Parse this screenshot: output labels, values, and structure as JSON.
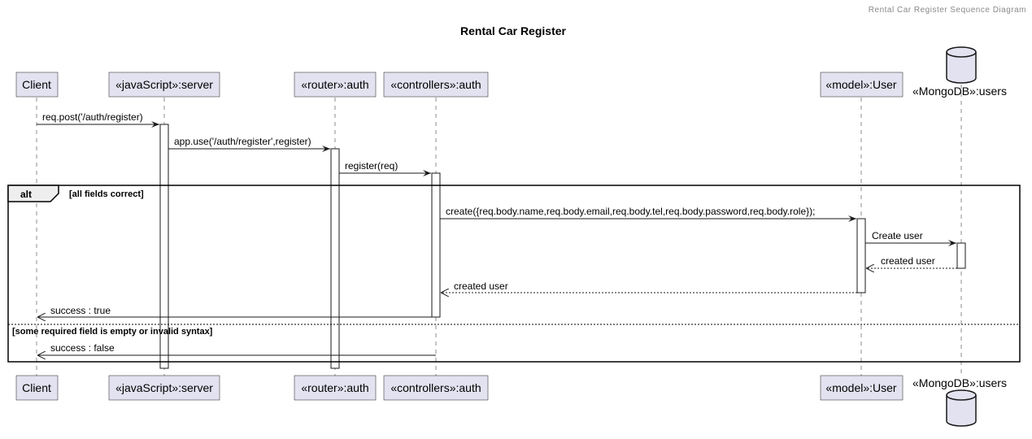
{
  "header": {
    "text": "Rental Car Register Sequence Diagram"
  },
  "diagram": {
    "title": "Rental Car Register"
  },
  "participants": [
    {
      "label": "Client"
    },
    {
      "label": "«javaScript»:server"
    },
    {
      "label": "«router»:auth"
    },
    {
      "label": "«controllers»:auth"
    },
    {
      "label": "«model»:User"
    },
    {
      "label": "«MongoDB»:users"
    }
  ],
  "messages": [
    {
      "label": "req.post('/auth/register)"
    },
    {
      "label": "app.use('/auth/register',register)"
    },
    {
      "label": "register(req)"
    },
    {
      "label": "create({req.body.name,req.body.email,req.body.tel,req.body.password,req.body.role});"
    },
    {
      "label": "Create user"
    },
    {
      "label": "created user"
    },
    {
      "label": "created user"
    },
    {
      "label": "success : true"
    },
    {
      "label": "success : false"
    }
  ],
  "fragment": {
    "keyword": "alt",
    "guard1": "[all fields correct]",
    "guard2": "[some required field is empty or invalid syntax]"
  },
  "colors": {
    "participant_fill": "#E2E2F0",
    "line": "#181818",
    "background": "#FFFFFF"
  }
}
